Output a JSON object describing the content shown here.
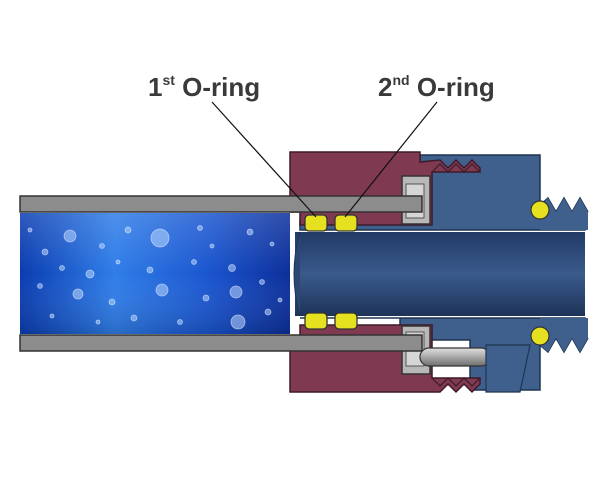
{
  "labels": {
    "first": {
      "number": "1",
      "suffix": "st",
      "text": "O-ring"
    },
    "second": {
      "number": "2",
      "suffix": "nd",
      "text": "O-ring"
    }
  },
  "colors": {
    "water": "#1e5fd8",
    "tube": "#8c8c8c",
    "fitting_body": "#3f5f8c",
    "collet_nut": "#7f3a52",
    "oring": "#e5e020",
    "label_text": "#3a3a3a"
  }
}
